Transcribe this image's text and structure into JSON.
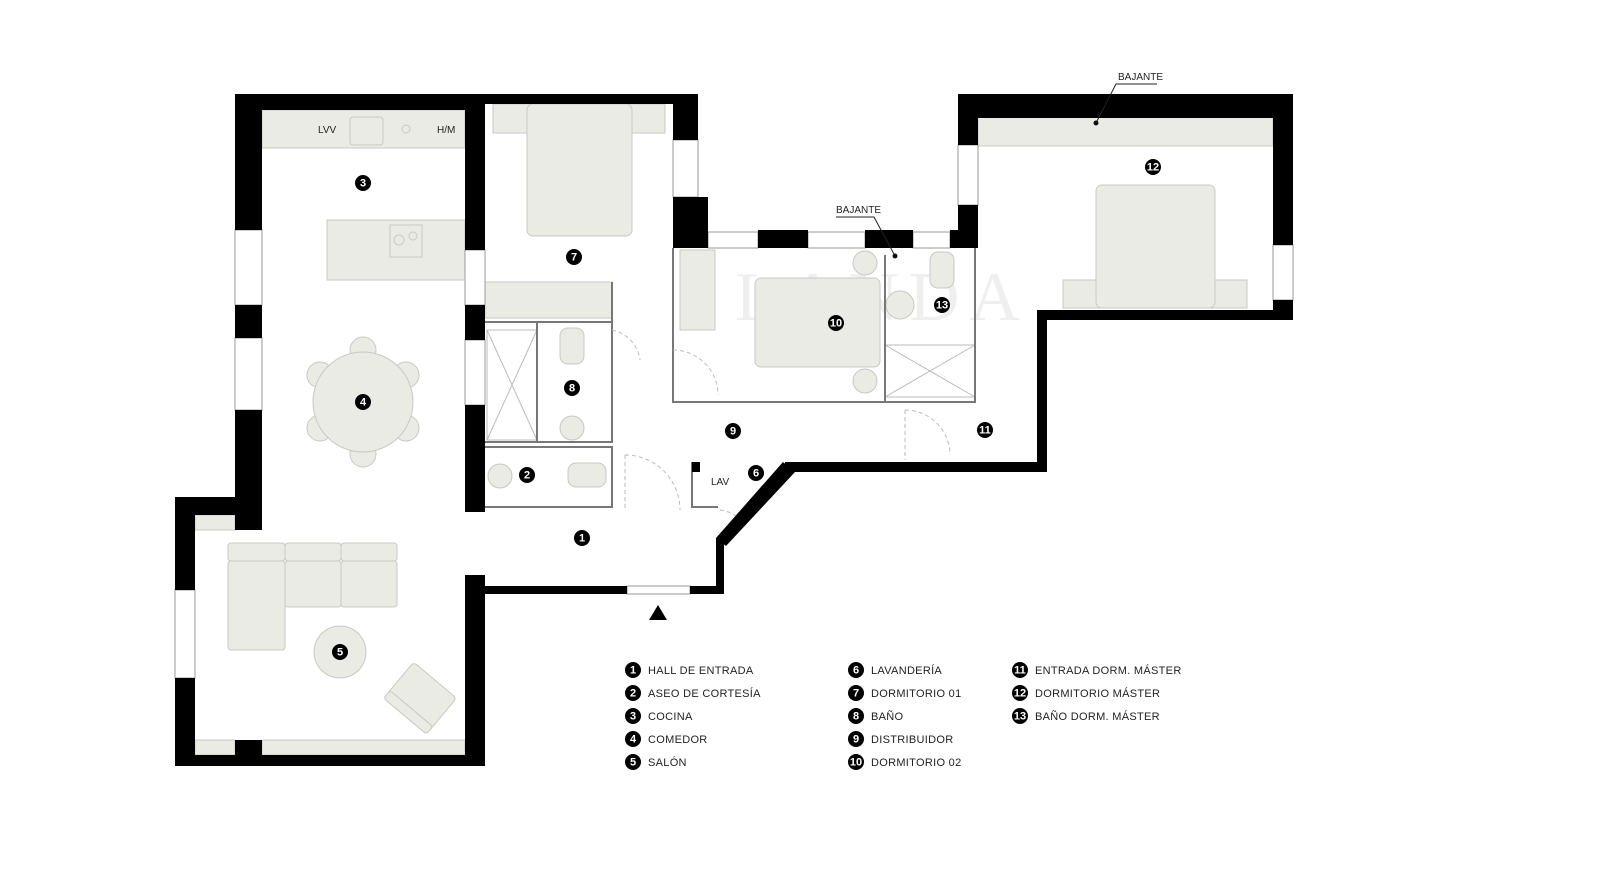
{
  "plan": {
    "labels": {
      "washer": "LVV",
      "fridge": "H/M",
      "laundry": "LAV",
      "downpipe_1": "BAJANTE",
      "downpipe_2": "BAJANTE"
    },
    "watermark": "LANDA",
    "entrance_icon": "triangle-up-arrow"
  },
  "legend": [
    {
      "num": "1",
      "label": "HALL DE ENTRADA"
    },
    {
      "num": "2",
      "label": "ASEO DE CORTESÍA"
    },
    {
      "num": "3",
      "label": "COCINA"
    },
    {
      "num": "4",
      "label": "COMEDOR"
    },
    {
      "num": "5",
      "label": "SALÓN"
    },
    {
      "num": "6",
      "label": "LAVANDERÍA"
    },
    {
      "num": "7",
      "label": "DORMITORIO 01"
    },
    {
      "num": "8",
      "label": "BAÑO"
    },
    {
      "num": "9",
      "label": "DISTRIBUIDOR"
    },
    {
      "num": "10",
      "label": "DORMITORIO 02"
    },
    {
      "num": "11",
      "label": "ENTRADA DORM. MÁSTER"
    },
    {
      "num": "12",
      "label": "DORMITORIO MÁSTER"
    },
    {
      "num": "13",
      "label": "BAÑO DORM. MÁSTER"
    }
  ]
}
